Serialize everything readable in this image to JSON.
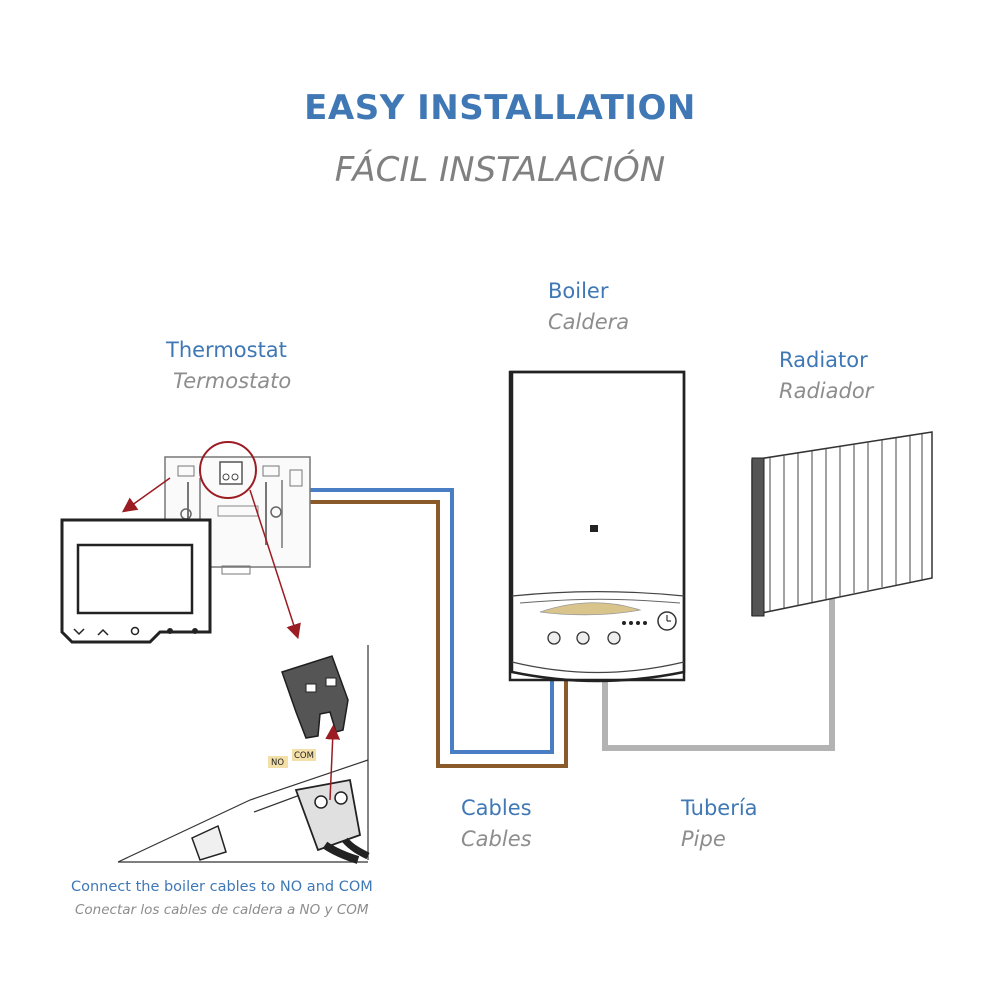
{
  "title": {
    "en": "EASY INSTALLATION",
    "es": "FÁCIL INSTALACIÓN"
  },
  "labels": {
    "thermostat": {
      "en": "Thermostat",
      "es": "Termostato"
    },
    "boiler": {
      "en": "Boiler",
      "es": "Caldera"
    },
    "radiator": {
      "en": "Radiator",
      "es": "Radiador"
    },
    "cables": {
      "en": "Cables",
      "es": "Cables"
    },
    "pipe": {
      "en": "Tubería",
      "es": "Pipe"
    }
  },
  "terminals": {
    "no": "NO",
    "com": "COM"
  },
  "instruction": {
    "en": "Connect the boiler cables to NO and COM",
    "es": "Conectar los cables de caldera a NO y COM"
  },
  "colors": {
    "label_blue": "#3f78b5",
    "label_grey": "#8d8d8d",
    "cable_blue": "#4a7ec4",
    "cable_brown": "#8a5a2b",
    "pipe_grey": "#b3b3b3",
    "arrow_red": "#9c1c24",
    "terminal_tag": "#f3dfa8"
  },
  "icons": [
    "thermostat-unit-icon",
    "backplate-icon",
    "boiler-icon",
    "radiator-icon",
    "terminal-connector-icon"
  ]
}
